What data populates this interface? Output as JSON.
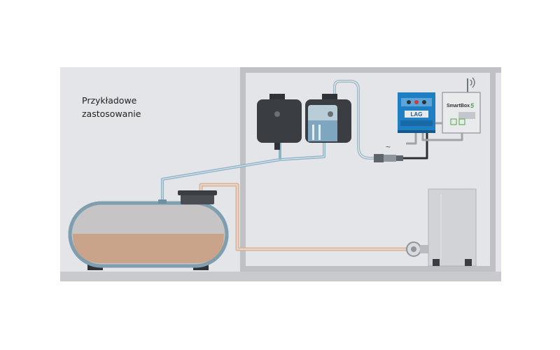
{
  "caption": {
    "line1": "Przykładowe",
    "line2": "zastosowanie"
  },
  "lag_panel": {
    "label": "LAG"
  },
  "smartbox": {
    "label": "SmartBox",
    "number": "5"
  },
  "cable_label": "~",
  "colors": {
    "background": "#e4e5e8",
    "floor": "#c9cace",
    "wall": "#bfc1c5",
    "tank_body": "#c6c4c4",
    "tank_outline": "#7f9fb0",
    "liquid": "#c9a48b",
    "pipe_blue": "#8eb2c7",
    "pipe_orange": "#d9b49c",
    "dark_tank": "#3a3d42",
    "panel_blue": "#1f7fc2",
    "panel_light": "#e9eaeb"
  }
}
